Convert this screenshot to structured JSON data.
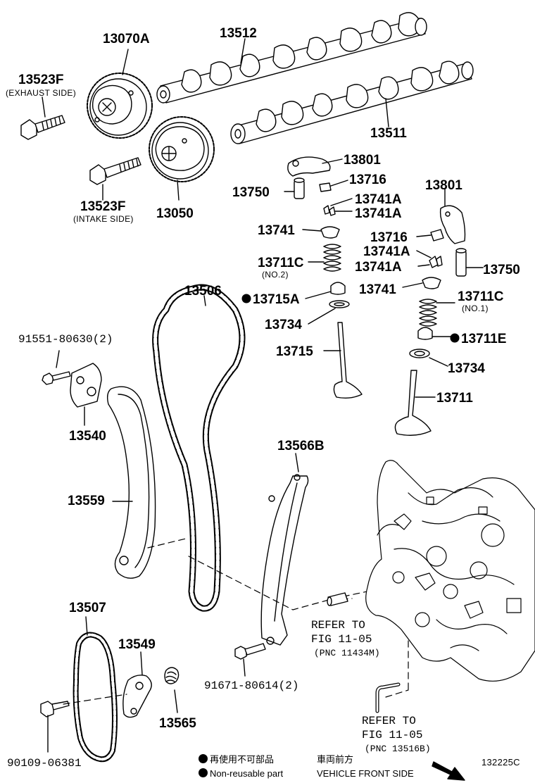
{
  "diagram": {
    "figure_code": "132225C",
    "parts": [
      {
        "id": "p13070A",
        "label": "13070A"
      },
      {
        "id": "p13512",
        "label": "13512"
      },
      {
        "id": "p13523F_ex",
        "label": "13523F",
        "note": "(EXHAUST SIDE)"
      },
      {
        "id": "p13511",
        "label": "13511"
      },
      {
        "id": "p13523F_in",
        "label": "13523F",
        "note": "(INTAKE SIDE)"
      },
      {
        "id": "p13050",
        "label": "13050"
      },
      {
        "id": "p13801_a",
        "label": "13801"
      },
      {
        "id": "p13716_a",
        "label": "13716"
      },
      {
        "id": "p13750_a",
        "label": "13750"
      },
      {
        "id": "p13741A_a1",
        "label": "13741A"
      },
      {
        "id": "p13741A_a2",
        "label": "13741A"
      },
      {
        "id": "p13741_a",
        "label": "13741"
      },
      {
        "id": "p13801_b",
        "label": "13801"
      },
      {
        "id": "p13716_b",
        "label": "13716"
      },
      {
        "id": "p13741A_b1",
        "label": "13741A"
      },
      {
        "id": "p13711C_no2",
        "label": "13711C",
        "note": "(NO.2)"
      },
      {
        "id": "p13741A_b2",
        "label": "13741A"
      },
      {
        "id": "p13750_b",
        "label": "13750"
      },
      {
        "id": "p13741_b",
        "label": "13741"
      },
      {
        "id": "p13506",
        "label": "13506"
      },
      {
        "id": "p13715A",
        "label": "13715A"
      },
      {
        "id": "p13711C_no1",
        "label": "13711C",
        "note": "(NO.1)"
      },
      {
        "id": "p13734_a",
        "label": "13734"
      },
      {
        "id": "p13715",
        "label": "13715"
      },
      {
        "id": "p13711E",
        "label": "13711E"
      },
      {
        "id": "p91551",
        "label": "91551-80630(2)"
      },
      {
        "id": "p13734_b",
        "label": "13734"
      },
      {
        "id": "p13711",
        "label": "13711"
      },
      {
        "id": "p13540",
        "label": "13540"
      },
      {
        "id": "p13566B",
        "label": "13566B"
      },
      {
        "id": "p13559",
        "label": "13559"
      },
      {
        "id": "p13507",
        "label": "13507"
      },
      {
        "id": "p13549",
        "label": "13549"
      },
      {
        "id": "p91671",
        "label": "91671-80614(2)"
      },
      {
        "id": "p13565",
        "label": "13565"
      },
      {
        "id": "p90109",
        "label": "90109-06381"
      }
    ],
    "references": [
      {
        "id": "ref1",
        "line1": "REFER TO",
        "line2": "FIG 11-05",
        "line3": "(PNC 11434M)"
      },
      {
        "id": "ref2",
        "line1": "REFER TO",
        "line2": "FIG 11-05",
        "line3": "(PNC 13516B)"
      }
    ],
    "legend": {
      "nonreusable_jp": "再使用不可部品",
      "nonreusable_en": "Non-reusable part",
      "front_jp": "車両前方",
      "front_en": "VEHICLE FRONT SIDE"
    }
  }
}
